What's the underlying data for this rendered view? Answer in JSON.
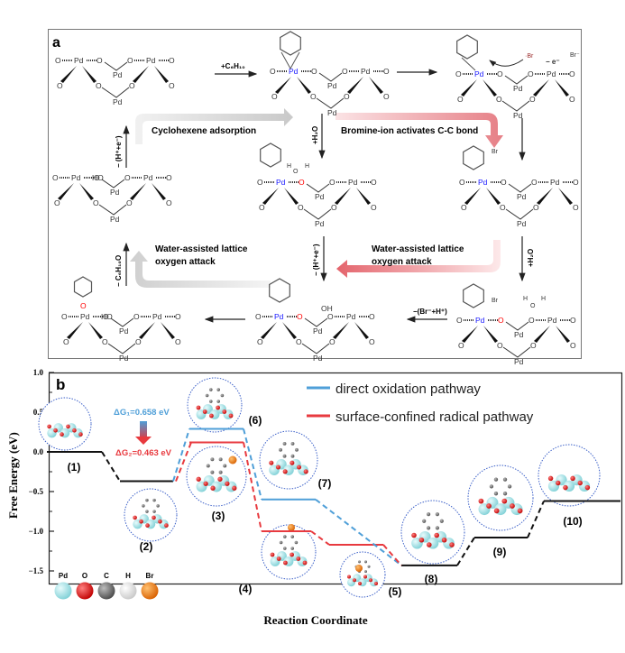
{
  "panel_a": {
    "label": "a",
    "arrow_labels": {
      "add_c6h10": "+C₆H₁₀",
      "add_h2o_left": "+H₂O",
      "add_h2o_right": "+H₂O",
      "minus_h_e_top": "− (H⁺+e⁻)",
      "minus_h_e_mid": "− (H⁺+e⁻)",
      "minus_c6h10o": "− C₆H₁₀O",
      "minus_br_h": "−(Br⁻+H⁺)",
      "minus_e": "− e⁻",
      "br_radical": "·Br",
      "br_ion": "Br⁻",
      "br_sub1": "Br",
      "br_sub2": "Br"
    },
    "process_labels": {
      "cyclohexene_adsorption": "Cyclohexene adsorption",
      "bromine_activates": "Bromine-ion activates C-C bond",
      "water_assisted_right_1": "Water-assisted lattice",
      "water_assisted_right_2": "oxygen attack",
      "water_assisted_left_1": "Water-assisted lattice",
      "water_assisted_left_2": "oxygen attack"
    },
    "atoms": {
      "pd": "Pd",
      "o": "O",
      "ho": "HO",
      "oh": "OH",
      "h": "H"
    },
    "colors": {
      "pd_active": "#1a1aff",
      "o_active": "#ff0000",
      "br": "#9b2c2c",
      "gray_arrow": "#d9d9d9",
      "red_arrow": "#e8737a"
    }
  },
  "chart_data": {
    "type": "line",
    "subtype": "energy-profile",
    "panel_label": "b",
    "title": "",
    "xlabel": "Reaction Coordinate",
    "ylabel": "Free Energy (eV)",
    "ylim": [
      -1.75,
      1.0
    ],
    "yticks": [
      1.0,
      0.5,
      0.0,
      -0.5,
      -1.0,
      -1.5
    ],
    "ytick_labels": [
      "1.0",
      "0.5",
      "0.0",
      "−0.5",
      "−1.0",
      "−1.5"
    ],
    "grid": false,
    "legend_position": "top-right",
    "series": [
      {
        "name": "direct oxidation pathway",
        "color": "#4f9fd8",
        "states": [
          "(1)",
          "(2)",
          "(6)",
          "(7)",
          "(8)",
          "(9)",
          "(10)"
        ],
        "values": [
          0.0,
          -0.37,
          0.29,
          -0.6,
          -1.43,
          -1.08,
          -0.62
        ]
      },
      {
        "name": "surface-confined radical pathway",
        "color": "#e83a3f",
        "states": [
          "(1)",
          "(2)",
          "(3)",
          "(4)",
          "(5)",
          "(8)",
          "(9)",
          "(10)"
        ],
        "values": [
          0.0,
          -0.37,
          0.12,
          -1.0,
          -1.17,
          -1.43,
          -1.08,
          -0.62
        ]
      }
    ],
    "shared_levels": [
      {
        "label": "(1)",
        "value": 0.0,
        "slot": 0
      },
      {
        "label": "(2)",
        "value": -0.37,
        "slot": 1
      },
      {
        "label": "(8)",
        "value": -1.43,
        "slot": 5
      },
      {
        "label": "(9)",
        "value": -1.08,
        "slot": 6
      },
      {
        "label": "(10)",
        "value": -0.62,
        "slot": 7
      }
    ],
    "blue_levels": [
      {
        "label": "(6)",
        "value": 0.29,
        "slot": 2
      },
      {
        "label": "(7)",
        "value": -0.6,
        "slot": 3
      }
    ],
    "red_levels": [
      {
        "label": "(3)",
        "value": 0.12,
        "slot": 2
      },
      {
        "label": "(4)",
        "value": -1.0,
        "slot": 3
      },
      {
        "label": "(5)",
        "value": -1.17,
        "slot": 4
      }
    ],
    "annotations": [
      {
        "text": "ΔG₁=0.658 eV",
        "color": "#4f9fd8"
      },
      {
        "text": "ΔG₂=0.463 eV",
        "color": "#e83a3f"
      }
    ],
    "atom_legend": [
      {
        "label": "Pd",
        "color": "#9fe3e6"
      },
      {
        "label": "O",
        "color": "#e01010"
      },
      {
        "label": "C",
        "color": "#6e6e6e"
      },
      {
        "label": "H",
        "color": "#f2f2f2"
      },
      {
        "label": "Br",
        "color": "#f07a0a"
      }
    ]
  }
}
